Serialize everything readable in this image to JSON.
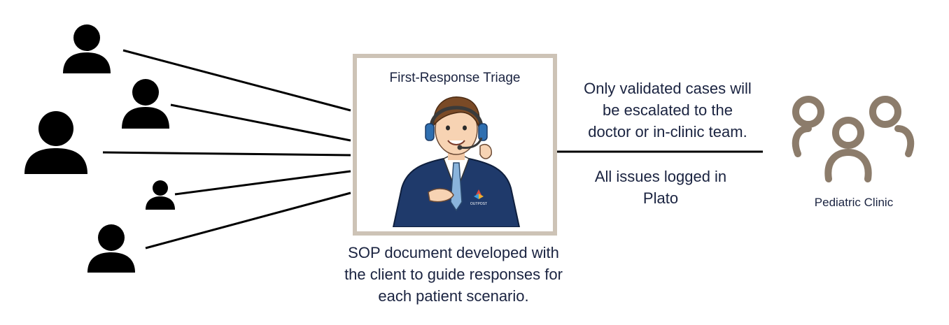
{
  "triage": {
    "title": "First-Response Triage",
    "icon": "call-center-agent-icon",
    "badge_text": "OUTPOST"
  },
  "patients": {
    "count": 5,
    "icon": "person-icon",
    "color": "#000000"
  },
  "escalation": {
    "lines": [
      "Only validated cases will",
      "be escalated to the",
      "doctor or in-clinic team."
    ]
  },
  "logging": {
    "lines": [
      "All issues logged in",
      "Plato"
    ]
  },
  "sop": {
    "lines": [
      "SOP document developed with",
      "the client to guide responses for",
      "each patient scenario."
    ]
  },
  "clinic": {
    "label": "Pediatric Clinic",
    "icon": "group-people-icon",
    "color": "#8c7c6b"
  },
  "colors": {
    "box_border": "#cdc3b6",
    "text": "#1a2340",
    "connector": "#000000",
    "suit": "#1f3a6b",
    "headset": "#2f6fb0"
  }
}
